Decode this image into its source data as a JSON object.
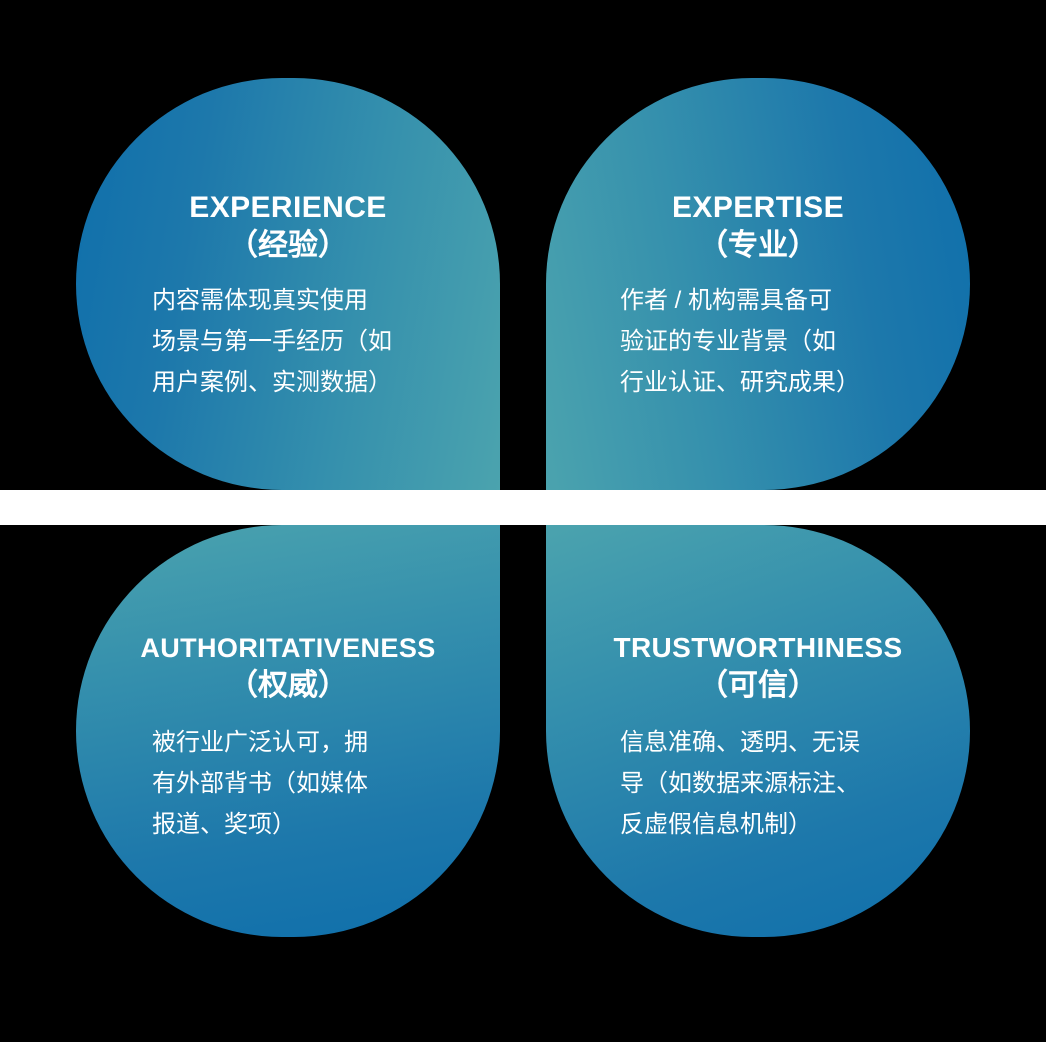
{
  "diagram": {
    "name": "E-E-A-T four-quadrant petal diagram",
    "background_color": "#000000",
    "separator_color": "#ffffff",
    "text_color": "#ffffff",
    "gradient_blue": "#0f6fab",
    "gradient_teal": "#4ba3ae"
  },
  "petals": [
    {
      "id": "experience",
      "position": "top-left",
      "title": "EXPERIENCE",
      "subtitle": "（经验）",
      "body_lines": [
        "内容需体现真实使用",
        "场景与第一手经历（如",
        "用户案例、实测数据）"
      ]
    },
    {
      "id": "expertise",
      "position": "top-right",
      "title": "EXPERTISE",
      "subtitle": "（专业）",
      "body_lines": [
        "作者 / 机构需具备可",
        "验证的专业背景（如",
        "行业认证、研究成果）"
      ]
    },
    {
      "id": "authoritativeness",
      "position": "bottom-left",
      "title": "AUTHORITATIVENESS",
      "subtitle": "（权威）",
      "body_lines": [
        "被行业广泛认可，拥",
        "有外部背书（如媒体",
        "报道、奖项）"
      ]
    },
    {
      "id": "trustworthiness",
      "position": "bottom-right",
      "title": "TRUSTWORTHINESS",
      "subtitle": "（可信）",
      "body_lines": [
        "信息准确、透明、无误",
        "导（如数据来源标注、",
        "反虚假信息机制）"
      ]
    }
  ]
}
